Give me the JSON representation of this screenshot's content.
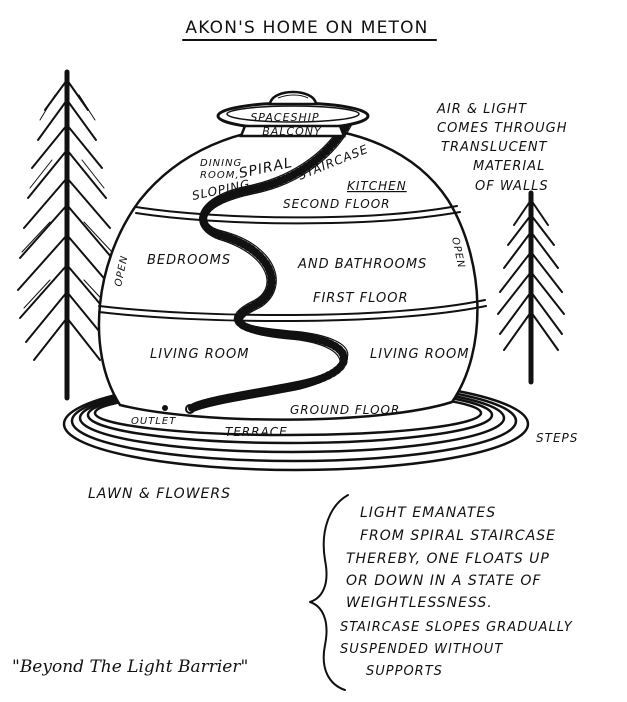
{
  "title": "AKON'S HOME ON METON",
  "labels": {
    "spaceship": "SPACESHIP",
    "balcony": "BALCONY",
    "dining_1": "DINING",
    "dining_2": "ROOM,",
    "sloping": "SLOPING",
    "spiral": "SPIRAL",
    "staircase": "STAIRCASE",
    "kitchen": "KITCHEN",
    "second_floor": "SECOND FLOOR",
    "open_left": "OPEN",
    "open_right": "OPEN",
    "bedrooms": "BEDROOMS",
    "and_bathrooms": "AND BATHROOMS",
    "first_floor": "FIRST FLOOR",
    "living_room_left": "LIVING ROOM",
    "living_room_right": "LIVING ROOM",
    "outlet": "OUTLET",
    "ground_floor": "GROUND FLOOR",
    "terrace": "TERRACE",
    "steps": "STEPS",
    "lawn": "LAWN & FLOWERS"
  },
  "air_note": [
    "AIR & LIGHT",
    "COMES THROUGH",
    "TRANSLUCENT",
    "MATERIAL",
    "OF WALLS"
  ],
  "light_note": [
    "LIGHT EMANATES",
    "FROM SPIRAL STAIRCASE",
    "THEREBY, ONE FLOATS UP",
    "OR DOWN IN A STATE OF",
    "WEIGHTLESSNESS."
  ],
  "stair_note": [
    "STAIRCASE SLOPES GRADUALLY",
    "SUSPENDED WITHOUT",
    "SUPPORTS"
  ],
  "caption": "\"Beyond The Light Barrier\""
}
